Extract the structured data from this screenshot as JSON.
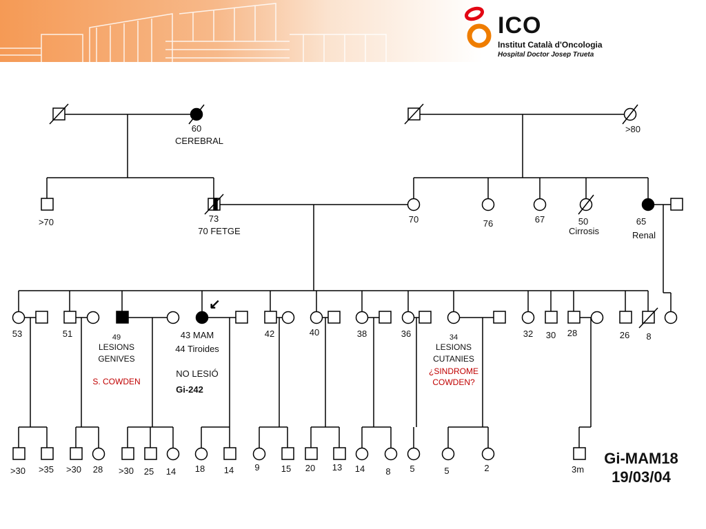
{
  "logo": {
    "name": "ICO",
    "subtitle1": "Institut Català d'Oncologia",
    "subtitle2": "Hospital Doctor Josep Trueta"
  },
  "pedigree": {
    "family_id": "Gi-MAM18",
    "date": "19/03/04",
    "colors": {
      "line": "#000000",
      "note": "#c00000",
      "brand_orange": "#ef7d00",
      "brand_red": "#e30613"
    },
    "individuals": [
      {
        "id": "g1-pgf",
        "sex": "male",
        "affected": false,
        "deceased": true,
        "labels": []
      },
      {
        "id": "g1-pgm",
        "sex": "female",
        "affected": true,
        "deceased": true,
        "labels": [
          "60",
          "CEREBRAL"
        ]
      },
      {
        "id": "g1-mgf",
        "sex": "male",
        "affected": false,
        "deceased": true,
        "labels": []
      },
      {
        "id": "g1-mgm",
        "sex": "female",
        "affected": false,
        "deceased": true,
        "labels": [
          ">80"
        ]
      },
      {
        "id": "g2-uncle",
        "sex": "male",
        "affected": false,
        "deceased": false,
        "labels": [
          ">70"
        ]
      },
      {
        "id": "g2-father",
        "sex": "male",
        "affected": "partial",
        "deceased": true,
        "labels": [
          "73",
          "70 FETGE"
        ]
      },
      {
        "id": "g2-mother",
        "sex": "female",
        "affected": false,
        "deceased": false,
        "labels": [
          "70"
        ]
      },
      {
        "id": "g2-aunt1",
        "sex": "female",
        "affected": false,
        "deceased": false,
        "labels": [
          "76"
        ]
      },
      {
        "id": "g2-aunt2",
        "sex": "female",
        "affected": false,
        "deceased": false,
        "labels": [
          "67"
        ]
      },
      {
        "id": "g2-aunt3",
        "sex": "female",
        "affected": false,
        "deceased": true,
        "labels": [
          "50",
          "Cirrosis"
        ]
      },
      {
        "id": "g2-aunt4",
        "sex": "female",
        "affected": true,
        "deceased": false,
        "labels": [
          "65",
          "Renal"
        ]
      },
      {
        "id": "g2-aunt4-spouse",
        "sex": "male",
        "affected": false,
        "deceased": false,
        "labels": []
      }
    ],
    "g3_labels": {
      "s1": "53",
      "s2": "51",
      "s3_age": "49",
      "s3_line1": "LESIONS",
      "s3_line2": "GENIVES",
      "s3_note": "S. COWDEN",
      "proband_line1": "43 MAM",
      "proband_line2": "44 Tiroides",
      "proband_note1": "NO LESIÓ",
      "proband_note2": "Gi-242",
      "s5": "42",
      "s6": "40",
      "s7": "38",
      "s8": "36",
      "s9_age": "34",
      "s9_line1": "LESIONS",
      "s9_line2": "CUTANIES",
      "s9_note1": "¿SINDROME",
      "s9_note2": "COWDEN?",
      "c1": "32",
      "c2": "30",
      "c3": "28",
      "c4": "26",
      "c5": "8"
    },
    "g4_labels": [
      ">30",
      ">35",
      ">30",
      "28",
      ">30",
      "25",
      "14",
      "18",
      "14",
      "9",
      "15",
      "20",
      "13",
      "14",
      "8",
      "5",
      "5",
      "2",
      "3m"
    ],
    "proband_arrow": "↙"
  }
}
